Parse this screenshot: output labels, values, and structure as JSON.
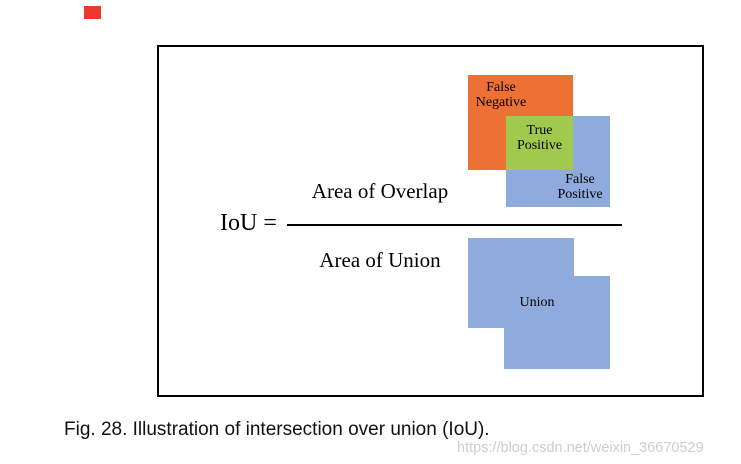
{
  "marker": {
    "color": "#ed392b"
  },
  "figure": {
    "border_color": "#000000",
    "overlap_diagram": {
      "false_negative": {
        "label": "False\nNegative",
        "color": "#ED7135"
      },
      "true_positive": {
        "label": "True\nPositive",
        "color": "#A0C94E"
      },
      "false_positive": {
        "label": "False\nPositive",
        "color": "#8FAADC"
      }
    },
    "formula": {
      "lhs": "IoU =",
      "numerator": "Area of Overlap",
      "denominator": "Area of Union"
    },
    "union_diagram": {
      "label": "Union",
      "color": "#8FAADC"
    }
  },
  "caption": "Fig. 28. Illustration of intersection over union (IoU).",
  "watermark": "https://blog.csdn.net/weixin_36670529"
}
